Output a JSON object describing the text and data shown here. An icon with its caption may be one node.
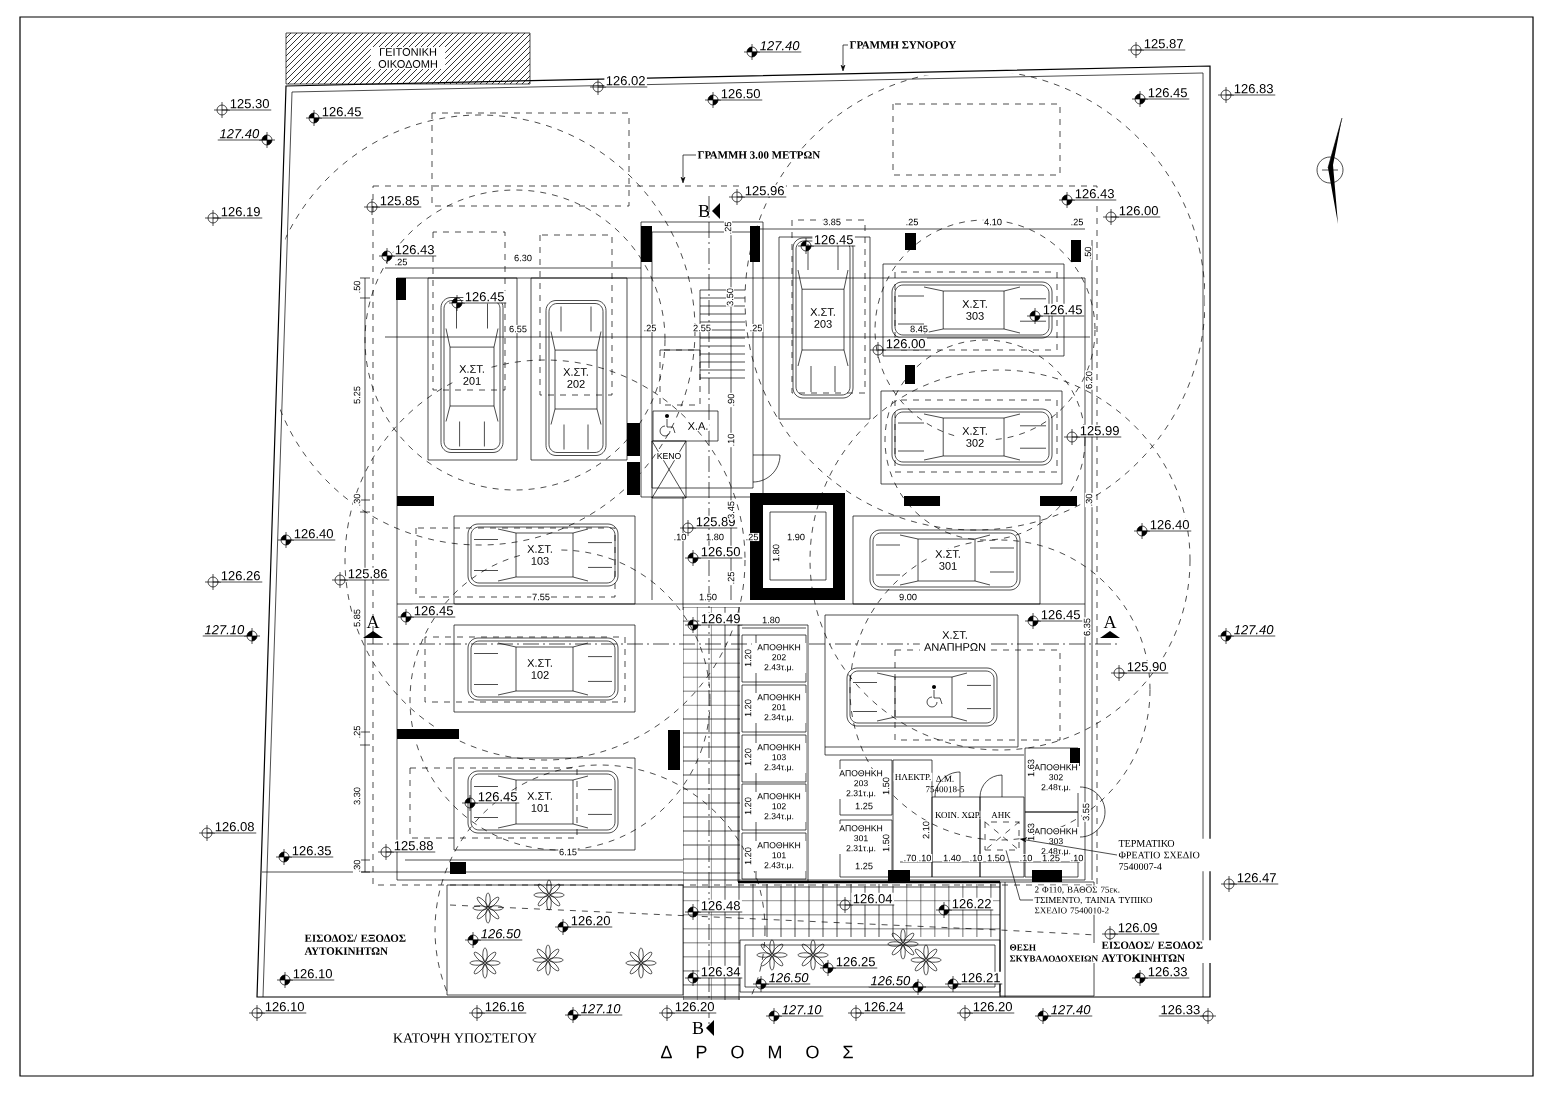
{
  "diagram": {
    "title": "ΚΑΤΟΨΗ ΥΠΟΣΤΕΓΟΥ",
    "nodes": [
      {
        "text": [
          "ΓΕΙΤΟΝΙΚΗ ΟΙΚΟΔΟΜΗ"
        ]
      },
      {
        "text": [
          "ΓΡΑΜΜΗ ΣΥΝΟΡΟΥ"
        ]
      },
      {
        "text": [
          "ΓΡΑΜΜΗ 3.00 ΜΕΤΡΩΝ"
        ]
      },
      {
        "text": [
          "Χ.ΣΤ. 201"
        ]
      },
      {
        "text": [
          "Χ.ΣΤ. 202"
        ]
      },
      {
        "text": [
          "Χ.ΣΤ. 203"
        ]
      },
      {
        "text": [
          "Χ.ΣΤ. 303"
        ]
      },
      {
        "text": [
          "Χ.ΣΤ. 302"
        ]
      },
      {
        "text": [
          "Χ.ΣΤ. 103"
        ]
      },
      {
        "text": [
          "Χ.ΣΤ. 301"
        ]
      },
      {
        "text": [
          "Χ.ΣΤ. 102"
        ]
      },
      {
        "text": [
          "Χ.ΣΤ. ΑΝΑΠΗΡΩΝ"
        ]
      },
      {
        "text": [
          "Χ.ΣΤ. 101"
        ]
      },
      {
        "text": [
          "Χ.Α."
        ]
      },
      {
        "text": [
          "ΚΕΝΟ"
        ]
      },
      {
        "text": [
          "ΑΠΟΘΗΚΗ 202",
          "2.43τ.μ."
        ]
      },
      {
        "text": [
          "ΑΠΟΘΗΚΗ 201",
          "2.34τ.μ."
        ]
      },
      {
        "text": [
          "ΑΠΟΘΗΚΗ 103",
          "2.34τ.μ."
        ]
      },
      {
        "text": [
          "ΑΠΟΘΗΚΗ 102",
          "2.34τ.μ."
        ]
      },
      {
        "text": [
          "ΑΠΟΘΗΚΗ 101",
          "2.43τ.μ."
        ]
      },
      {
        "text": [
          "ΑΠΟΘΗΚΗ 203",
          "2.31τ.μ."
        ]
      },
      {
        "text": [
          "ΑΠΟΘΗΚΗ 301",
          "2.31τ.μ."
        ]
      },
      {
        "text": [
          "ΗΛΕΚΤΡ."
        ]
      },
      {
        "text": [
          "ΚΟΙΝ. ΧΩΡ."
        ]
      },
      {
        "text": [
          "ΑΗΚ"
        ]
      },
      {
        "text": [
          "ΑΠΟΘΗΚΗ 302",
          "2.48τ.μ."
        ]
      },
      {
        "text": [
          "ΑΠΟΘΗΚΗ 303",
          "2.48τ.μ."
        ]
      },
      {
        "text": [
          "ΘΕΣΗ ΣΚΥΒΑΛΟΔΟΧΕΙΩΝ"
        ]
      },
      {
        "text": [
          "ΤΕΡΜΑΤΙΚΟ ΦΡΕΑΤΙΟ ΣΧΕΔΙΟ 7540007-4"
        ]
      },
      {
        "text": [
          "2 Φ110, ΒΑΘΟΣ 75εκ. ΤΣΙΜΕΝΤΟ, ΤΑΙΝΙΑ ΤΥΠΙΚΟ ΣΧΕΔΙΟ 7540010-2"
        ]
      },
      {
        "text": [],
        "shape": "box",
        "in": 24
      }
    ],
    "edges": [
      {
        "from": 1,
        "to": null,
        "arrow": "to"
      },
      {
        "from": 2,
        "to": null,
        "arrow": "to"
      },
      {
        "from": 28,
        "to": 30,
        "arrow": "to"
      },
      {
        "from": 29,
        "to": 30,
        "arrow": "none"
      }
    ],
    "labels": [
      "126.02",
      "127.40",
      "125.87",
      "125.30",
      "126.45",
      "127.40",
      "126.50",
      "126.45",
      "126.83",
      "126.19",
      "125.85",
      "125.96",
      "126.43",
      "126.00",
      "126.43",
      "126.45",
      "126.45",
      "126.45",
      "126.00",
      "125.99",
      "125.89",
      "126.50",
      "126.40",
      "126.40",
      "126.26",
      "125.86",
      "126.45",
      "126.45",
      "127.10",
      "127.40",
      "126.49",
      "125.90",
      "126.45",
      "126.08",
      "126.35",
      "125.88",
      "126.47",
      "126.48",
      "126.04",
      "126.22",
      "126.20",
      "126.50",
      "126.09",
      "126.10",
      "126.34",
      "126.50",
      "126.25",
      "126.50",
      "126.21",
      "126.33",
      "126.10",
      "126.16",
      "127.10",
      "126.20",
      "127.10",
      "126.24",
      "126.20",
      "127.40",
      "126.33",
      "Β",
      "Α",
      "Α",
      "Β",
      ".25",
      "6.30",
      ".50",
      "6.55",
      "5.25",
      ".30",
      ".25",
      "3.85",
      ".25",
      "4.10",
      ".25",
      ".50",
      "3.50",
      ".25",
      "2.55",
      ".25",
      "8.45",
      "6.20",
      ".90",
      ".10",
      "3.45",
      ".30",
      ".10",
      "1.80",
      ".25",
      "1.90",
      "1.80",
      "7.55",
      "9.00",
      "5.85",
      "1.50",
      ".25",
      "1.80",
      "6.35",
      ".25",
      "3.30",
      "6.15",
      ".30",
      "1.20",
      "1.20",
      "1.20",
      "1.20",
      "1.20",
      "1.50",
      "1.25",
      "1.50",
      "1.25",
      "2.10",
      ".70",
      ".10",
      "1.40",
      ".10",
      "1.50",
      ".10",
      "1.25",
      ".10",
      "1.63",
      "1.63",
      "3.55",
      "Δ.Μ. 7540018-5",
      "ΕΙΣΟΔΟΣ/ ΕΞΟΔΟΣ ΑΥΤΟΚΙΝΗΤΩΝ",
      "ΕΙΣΟΔΟΣ/ ΕΞΟΔΟΣ ΑΥΤΟΚΙΝΗΤΩΝ",
      "Δ Ρ Ο Μ Ο Σ"
    ]
  }
}
